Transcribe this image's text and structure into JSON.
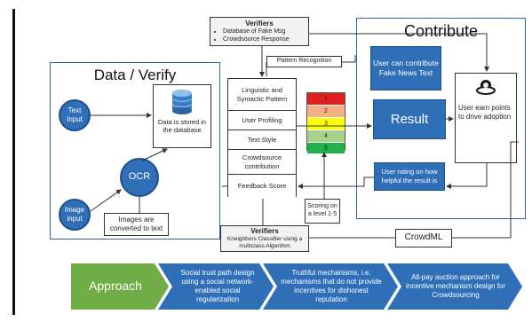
{
  "data_verify": {
    "title": "Data / Verify",
    "text_input": "Text Input",
    "image_input": "Image input",
    "ocr": "OCR",
    "db_label": "Data is stored in the database",
    "images_converted": "Images are converted to text"
  },
  "verifiers_top": {
    "title": "Verifiers",
    "items": [
      "Database of Fake Msg",
      "Crowdsource Response"
    ]
  },
  "pattern_recognition": "Pattern Recognition",
  "features": [
    "Linguistic and Syntactic Pattern",
    "User Profiling",
    "Text Style",
    "Crowdsource contribution",
    "Feedback Score"
  ],
  "scores": {
    "levels": [
      "1",
      "2",
      "3",
      "4",
      "5"
    ],
    "colors": [
      "#e02020",
      "#f4b183",
      "#ffff00",
      "#a9d18e",
      "#22b04a"
    ],
    "caption": "Scoring on a level 1-5"
  },
  "verifiers_bottom": {
    "title": "Verifiers",
    "text": "Kneighbors Classifier using a multiclass Algorithm"
  },
  "contribute": {
    "title": "Contribute",
    "fake_news": "User can contribute Fake News Text",
    "result": "Result",
    "points": "User earn points to drive adoption",
    "rating": "User rating on how helpful the result is",
    "icon": "user-icon"
  },
  "crowdml": "CrowdML",
  "approach": {
    "label": "Approach",
    "steps": [
      "Social trust path design using a social network-enabled social regularization",
      "Truthful mechanisms, i.e. mechanisms that do not provide incentives for dishonest reputation",
      "All-pay auction approach for incentive mechanism design for Crowdsourcing"
    ],
    "colors": {
      "approach": "#70ad47",
      "steps": "#2f6fb8"
    }
  }
}
